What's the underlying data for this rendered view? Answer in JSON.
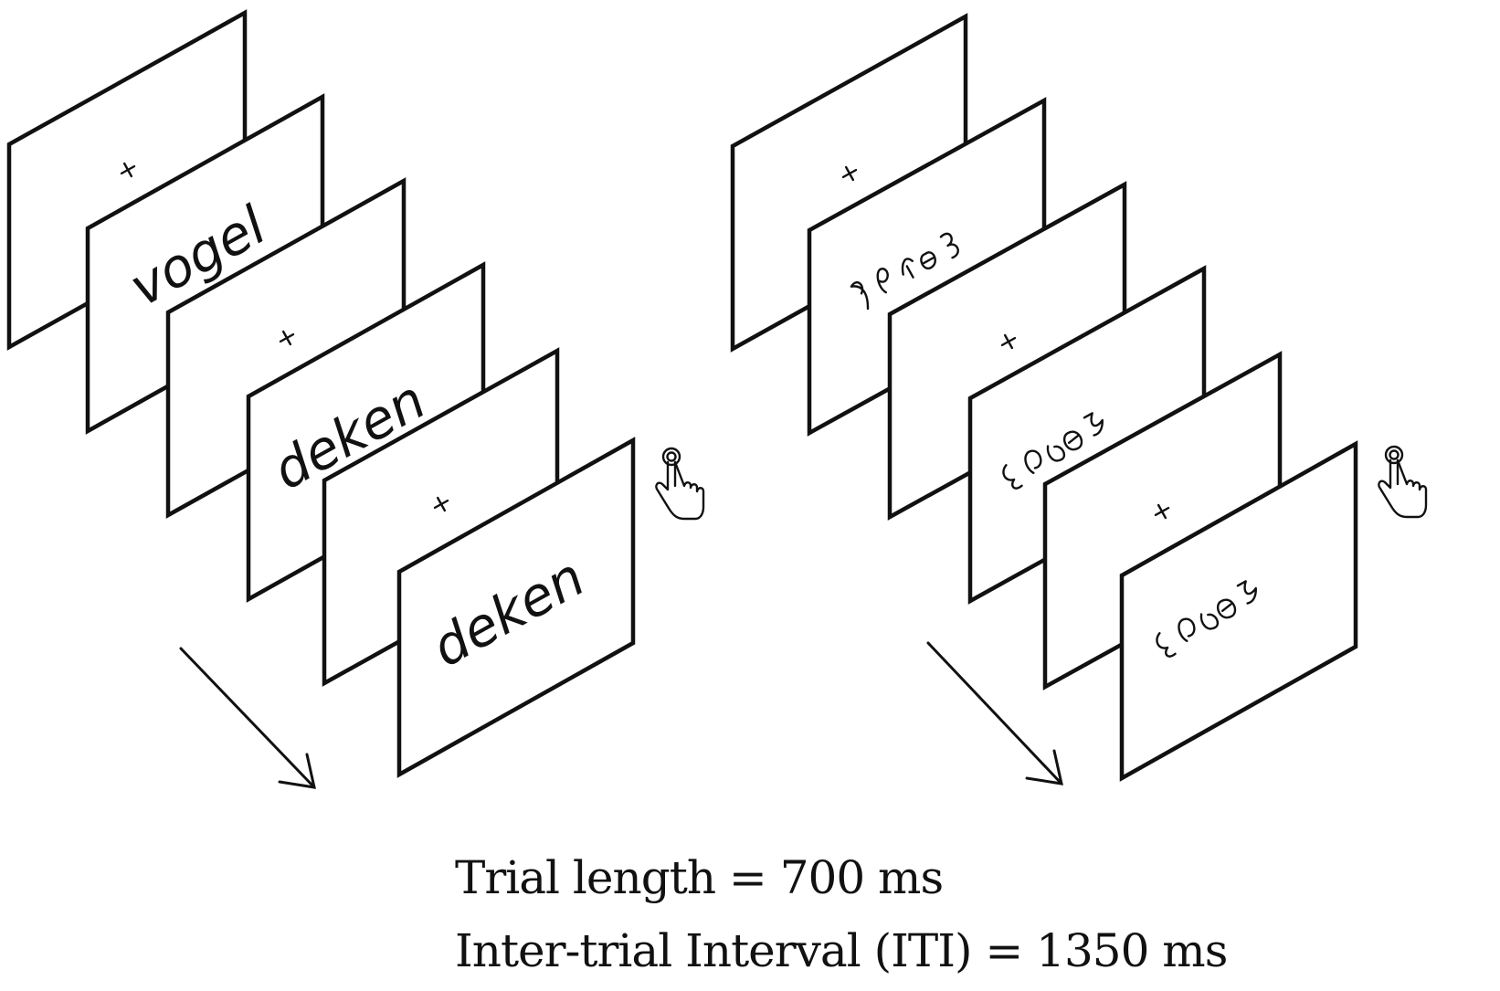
{
  "left_sequence": {
    "frames": [
      {
        "type": "fixation",
        "label": "+"
      },
      {
        "type": "word",
        "label": "vogel"
      },
      {
        "type": "fixation",
        "label": "+"
      },
      {
        "type": "word",
        "label": "deken"
      },
      {
        "type": "fixation",
        "label": "+"
      },
      {
        "type": "word",
        "label": "deken"
      }
    ],
    "response_icon": "pointing-hand-icon"
  },
  "right_sequence": {
    "frames": [
      {
        "type": "fixation",
        "label": "+"
      },
      {
        "type": "pseudo-script",
        "label": ""
      },
      {
        "type": "fixation",
        "label": "+"
      },
      {
        "type": "pseudo-script",
        "label": ""
      },
      {
        "type": "fixation",
        "label": "+"
      },
      {
        "type": "pseudo-script",
        "label": ""
      }
    ],
    "response_icon": "pointing-hand-icon"
  },
  "caption": {
    "trial_length": "Trial length = 700 ms",
    "iti": "Inter-trial Interval (ITI) = 1350 ms"
  }
}
